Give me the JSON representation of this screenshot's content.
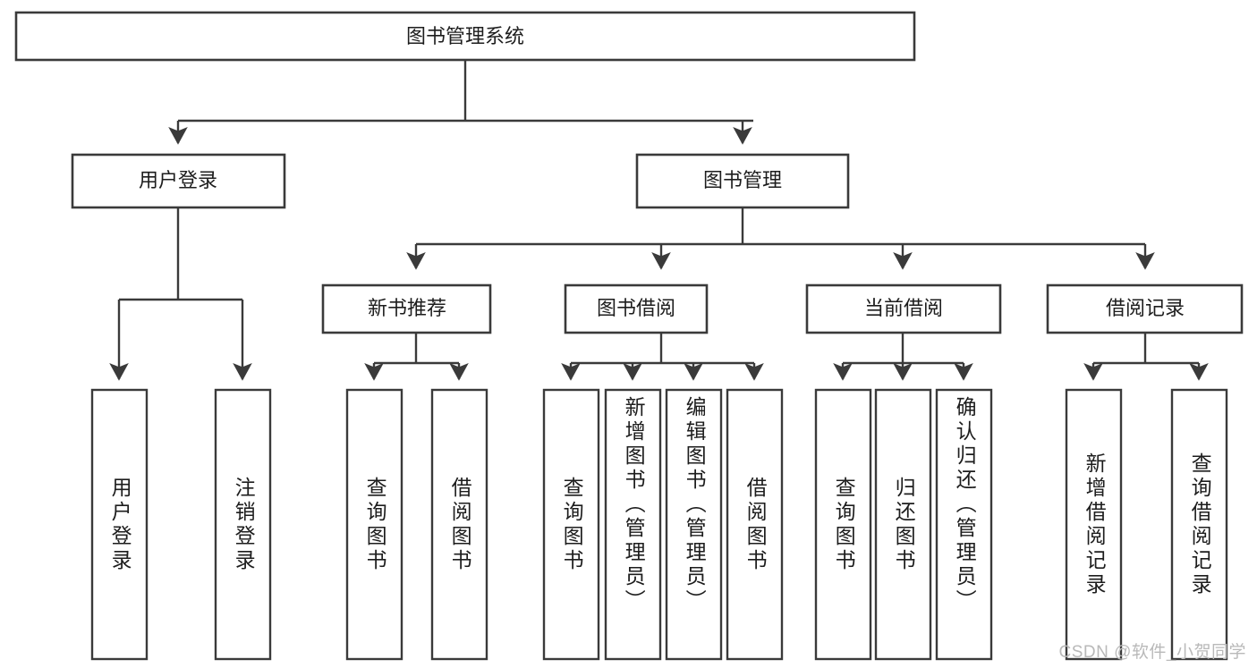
{
  "diagram": {
    "title": "图书管理系统",
    "type": "tree-hierarchy",
    "watermark": "CSDN @软件_小贺同学",
    "colors": {
      "stroke": "#3a3a3a",
      "box_fill": "#ffffff",
      "text": "#1d1d1d",
      "background": "#ffffff",
      "watermark": "#b9b9b9"
    },
    "root": {
      "label": "图书管理系统"
    },
    "level2": [
      {
        "label": "用户登录"
      },
      {
        "label": "图书管理"
      }
    ],
    "level3": [
      {
        "label": "新书推荐"
      },
      {
        "label": "图书借阅"
      },
      {
        "label": "当前借阅"
      },
      {
        "label": "借阅记录"
      }
    ],
    "leaves": [
      {
        "label": "用户登录",
        "parent": "用户登录"
      },
      {
        "label": "注销登录",
        "parent": "用户登录"
      },
      {
        "label": "查询图书",
        "parent": "新书推荐"
      },
      {
        "label": "借阅图书",
        "parent": "新书推荐"
      },
      {
        "label": "查询图书",
        "parent": "图书借阅"
      },
      {
        "label": "新增图书（管理员）",
        "parent": "图书借阅"
      },
      {
        "label": "编辑图书（管理员）",
        "parent": "图书借阅"
      },
      {
        "label": "借阅图书",
        "parent": "图书借阅"
      },
      {
        "label": "查询图书",
        "parent": "当前借阅"
      },
      {
        "label": "归还图书",
        "parent": "当前借阅"
      },
      {
        "label": "确认归还（管理员）",
        "parent": "当前借阅"
      },
      {
        "label": "新增借阅记录",
        "parent": "借阅记录"
      },
      {
        "label": "查询借阅记录",
        "parent": "借阅记录"
      }
    ]
  }
}
